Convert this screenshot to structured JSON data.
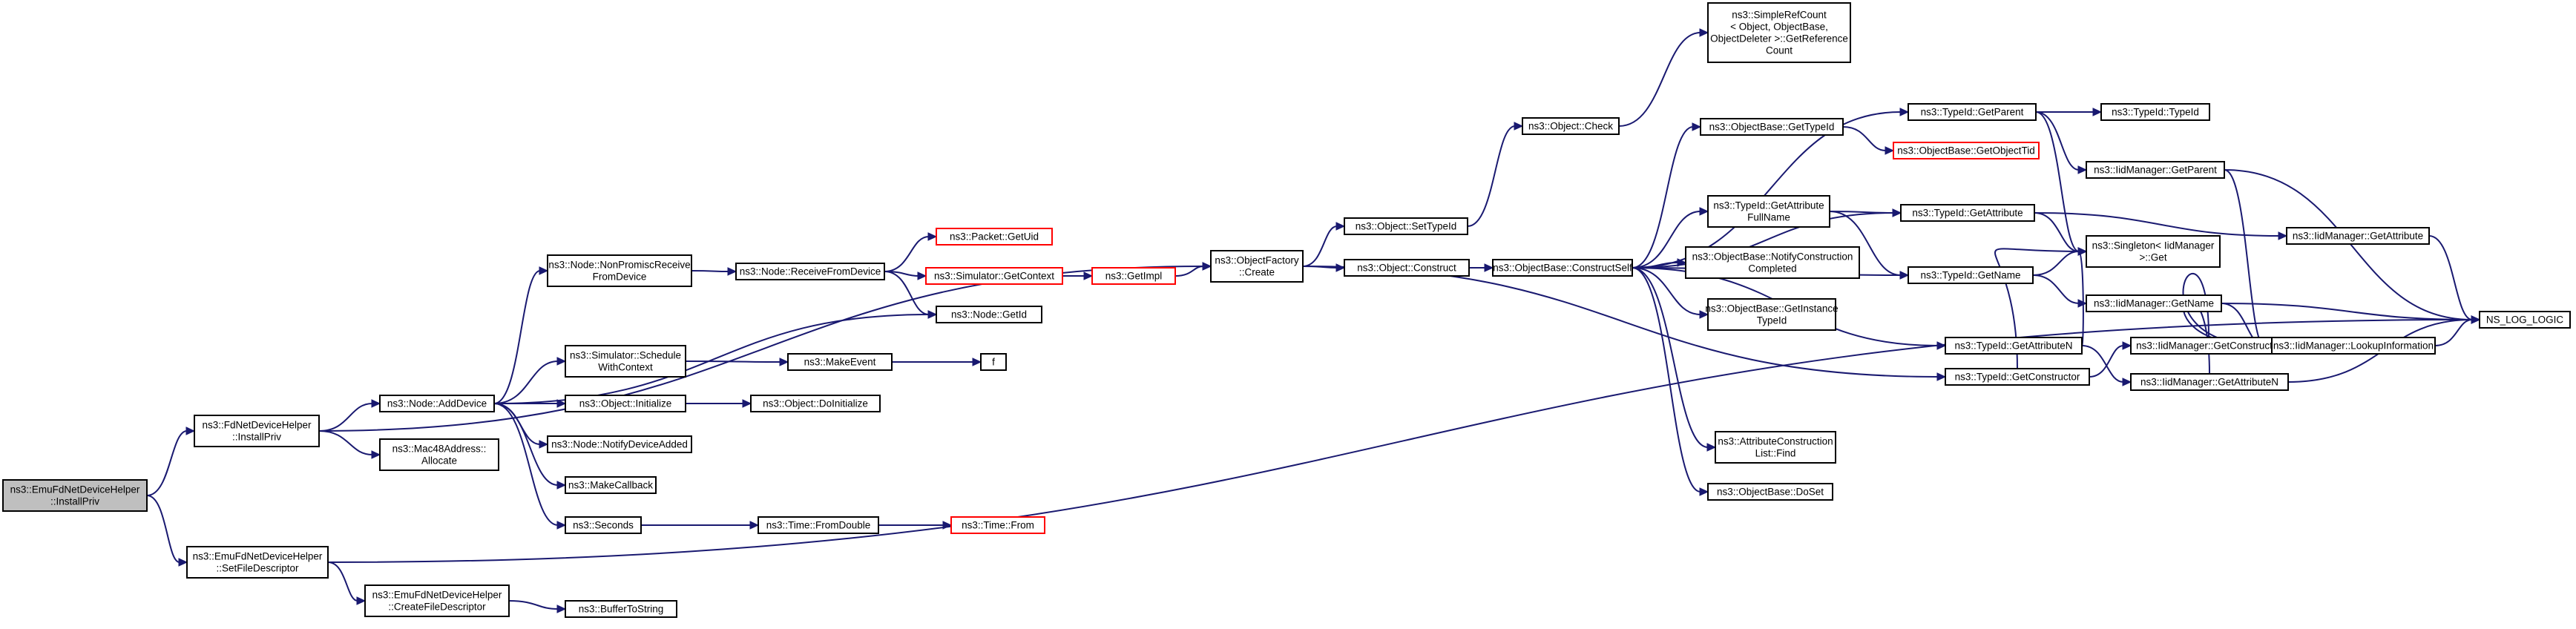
{
  "diagram": {
    "nodes": [
      {
        "id": "root",
        "lines": [
          "ns3::EmuFdNetDeviceHelper",
          "::InstallPriv"
        ],
        "style": "root"
      },
      {
        "id": "fdInstall",
        "lines": [
          "ns3::FdNetDeviceHelper",
          "::InstallPriv"
        ]
      },
      {
        "id": "emuSetFd",
        "lines": [
          "ns3::EmuFdNetDeviceHelper",
          "::SetFileDescriptor"
        ]
      },
      {
        "id": "addDevice",
        "lines": [
          "ns3::Node::AddDevice"
        ]
      },
      {
        "id": "mac48",
        "lines": [
          "ns3::Mac48Address::",
          "Allocate"
        ]
      },
      {
        "id": "createFd",
        "lines": [
          "ns3::EmuFdNetDeviceHelper",
          "::CreateFileDescriptor"
        ]
      },
      {
        "id": "bufToStr",
        "lines": [
          "ns3::BufferToString"
        ]
      },
      {
        "id": "nonPromisc",
        "lines": [
          "ns3::Node::NonPromiscReceive",
          "FromDevice"
        ]
      },
      {
        "id": "simSched",
        "lines": [
          "ns3::Simulator::Schedule",
          "WithContext"
        ]
      },
      {
        "id": "objInit",
        "lines": [
          "ns3::Object::Initialize"
        ]
      },
      {
        "id": "notifyAdded",
        "lines": [
          "ns3::Node::NotifyDeviceAdded"
        ]
      },
      {
        "id": "makeCb",
        "lines": [
          "ns3::MakeCallback"
        ]
      },
      {
        "id": "seconds",
        "lines": [
          "ns3::Seconds"
        ]
      },
      {
        "id": "recvFrom",
        "lines": [
          "ns3::Node::ReceiveFromDevice"
        ]
      },
      {
        "id": "makeEvent",
        "lines": [
          "ns3::MakeEvent"
        ]
      },
      {
        "id": "doInit",
        "lines": [
          "ns3::Object::DoInitialize"
        ]
      },
      {
        "id": "fromDouble",
        "lines": [
          "ns3::Time::FromDouble"
        ]
      },
      {
        "id": "pktUid",
        "lines": [
          "ns3::Packet::GetUid"
        ],
        "style": "red"
      },
      {
        "id": "simCtx",
        "lines": [
          "ns3::Simulator::GetContext"
        ],
        "style": "red"
      },
      {
        "id": "nodeId",
        "lines": [
          "ns3::Node::GetId"
        ]
      },
      {
        "id": "fNode",
        "lines": [
          "f"
        ]
      },
      {
        "id": "timeFrom",
        "lines": [
          "ns3::Time::From"
        ],
        "style": "red"
      },
      {
        "id": "getImpl",
        "lines": [
          "ns3::GetImpl"
        ],
        "style": "red"
      },
      {
        "id": "objFactory",
        "lines": [
          "ns3::ObjectFactory",
          "::Create"
        ]
      },
      {
        "id": "setTid",
        "lines": [
          "ns3::Object::SetTypeId"
        ]
      },
      {
        "id": "objConstruct",
        "lines": [
          "ns3::Object::Construct"
        ]
      },
      {
        "id": "objCheck",
        "lines": [
          "ns3::Object::Check"
        ]
      },
      {
        "id": "simpleRef",
        "lines": [
          "ns3::SimpleRefCount",
          "< Object, ObjectBase,",
          "ObjectDeleter >::GetReference",
          "Count"
        ]
      },
      {
        "id": "constructSelf",
        "lines": [
          "ns3::ObjectBase::ConstructSelf"
        ]
      },
      {
        "id": "obGetTid",
        "lines": [
          "ns3::ObjectBase::GetTypeId"
        ]
      },
      {
        "id": "tidGetAttrFull",
        "lines": [
          "ns3::TypeId::GetAttribute",
          "FullName"
        ]
      },
      {
        "id": "notifyCC",
        "lines": [
          "ns3::ObjectBase::NotifyConstruction",
          "Completed"
        ]
      },
      {
        "id": "getInstTid",
        "lines": [
          "ns3::ObjectBase::GetInstance",
          "TypeId"
        ]
      },
      {
        "id": "attrFind",
        "lines": [
          "ns3::AttributeConstruction",
          "List::Find"
        ]
      },
      {
        "id": "doSet",
        "lines": [
          "ns3::ObjectBase::DoSet"
        ]
      },
      {
        "id": "getObjTid",
        "lines": [
          "ns3::ObjectBase::GetObjectTid"
        ],
        "style": "red"
      },
      {
        "id": "tidGetParent",
        "lines": [
          "ns3::TypeId::GetParent"
        ]
      },
      {
        "id": "tidGetAttr",
        "lines": [
          "ns3::TypeId::GetAttribute"
        ]
      },
      {
        "id": "tidGetName",
        "lines": [
          "ns3::TypeId::GetName"
        ]
      },
      {
        "id": "tidGetAttrN",
        "lines": [
          "ns3::TypeId::GetAttributeN"
        ]
      },
      {
        "id": "tidGetCtor",
        "lines": [
          "ns3::TypeId::GetConstructor"
        ]
      },
      {
        "id": "tidTid",
        "lines": [
          "ns3::TypeId::TypeId"
        ]
      },
      {
        "id": "iidGetParent",
        "lines": [
          "ns3::IidManager::GetParent"
        ]
      },
      {
        "id": "singleton",
        "lines": [
          "ns3::Singleton< IidManager",
          ">::Get"
        ]
      },
      {
        "id": "iidGetName",
        "lines": [
          "ns3::IidManager::GetName"
        ]
      },
      {
        "id": "iidGetCtor",
        "lines": [
          "ns3::IidManager::GetConstructor"
        ]
      },
      {
        "id": "iidGetAttrN",
        "lines": [
          "ns3::IidManager::GetAttributeN"
        ]
      },
      {
        "id": "iidGetAttr",
        "lines": [
          "ns3::IidManager::GetAttribute"
        ]
      },
      {
        "id": "iidLookup",
        "lines": [
          "ns3::IidManager::LookupInformation"
        ]
      },
      {
        "id": "nsLog",
        "lines": [
          "NS_LOG_LOGIC"
        ]
      }
    ],
    "edges": [
      [
        "root",
        "fdInstall"
      ],
      [
        "root",
        "emuSetFd"
      ],
      [
        "fdInstall",
        "addDevice"
      ],
      [
        "fdInstall",
        "mac48"
      ],
      [
        "fdInstall",
        "objFactory"
      ],
      [
        "emuSetFd",
        "createFd"
      ],
      [
        "emuSetFd",
        "nsLog"
      ],
      [
        "createFd",
        "bufToStr"
      ],
      [
        "addDevice",
        "nonPromisc"
      ],
      [
        "addDevice",
        "simSched"
      ],
      [
        "addDevice",
        "objInit"
      ],
      [
        "addDevice",
        "notifyAdded"
      ],
      [
        "addDevice",
        "makeCb"
      ],
      [
        "addDevice",
        "seconds"
      ],
      [
        "addDevice",
        "nodeId"
      ],
      [
        "nonPromisc",
        "recvFrom"
      ],
      [
        "recvFrom",
        "pktUid"
      ],
      [
        "recvFrom",
        "simCtx"
      ],
      [
        "recvFrom",
        "nodeId"
      ],
      [
        "simCtx",
        "getImpl"
      ],
      [
        "getImpl",
        "objFactory"
      ],
      [
        "simSched",
        "makeEvent"
      ],
      [
        "makeEvent",
        "fNode"
      ],
      [
        "objInit",
        "doInit"
      ],
      [
        "seconds",
        "fromDouble"
      ],
      [
        "fromDouble",
        "timeFrom"
      ],
      [
        "objFactory",
        "setTid"
      ],
      [
        "objFactory",
        "objConstruct"
      ],
      [
        "objFactory",
        "tidGetCtor"
      ],
      [
        "setTid",
        "objCheck"
      ],
      [
        "objCheck",
        "simpleRef"
      ],
      [
        "objConstruct",
        "constructSelf"
      ],
      [
        "constructSelf",
        "obGetTid"
      ],
      [
        "constructSelf",
        "tidGetAttrFull"
      ],
      [
        "constructSelf",
        "notifyCC"
      ],
      [
        "constructSelf",
        "getInstTid"
      ],
      [
        "constructSelf",
        "attrFind"
      ],
      [
        "constructSelf",
        "doSet"
      ],
      [
        "constructSelf",
        "tidGetParent"
      ],
      [
        "constructSelf",
        "tidGetAttr"
      ],
      [
        "constructSelf",
        "tidGetName"
      ],
      [
        "constructSelf",
        "tidGetAttrN"
      ],
      [
        "obGetTid",
        "getObjTid"
      ],
      [
        "tidGetAttrFull",
        "tidGetAttr"
      ],
      [
        "tidGetAttrFull",
        "tidGetName"
      ],
      [
        "tidGetParent",
        "tidTid"
      ],
      [
        "tidGetParent",
        "iidGetParent"
      ],
      [
        "tidGetParent",
        "singleton"
      ],
      [
        "tidGetAttr",
        "singleton"
      ],
      [
        "tidGetAttr",
        "iidGetAttr"
      ],
      [
        "tidGetName",
        "singleton"
      ],
      [
        "tidGetName",
        "iidGetName"
      ],
      [
        "tidGetAttrN",
        "singleton"
      ],
      [
        "tidGetAttrN",
        "iidGetAttrN"
      ],
      [
        "tidGetCtor",
        "singleton"
      ],
      [
        "tidGetCtor",
        "iidGetCtor"
      ],
      [
        "iidGetParent",
        "iidLookup"
      ],
      [
        "iidGetParent",
        "nsLog"
      ],
      [
        "iidGetAttr",
        "nsLog"
      ],
      [
        "iidGetName",
        "iidLookup"
      ],
      [
        "iidGetName",
        "nsLog"
      ],
      [
        "iidGetCtor",
        "iidLookup"
      ],
      [
        "iidGetAttrN",
        "iidLookup"
      ],
      [
        "iidGetAttrN",
        "nsLog"
      ],
      [
        "iidLookup",
        "nsLog"
      ]
    ]
  }
}
